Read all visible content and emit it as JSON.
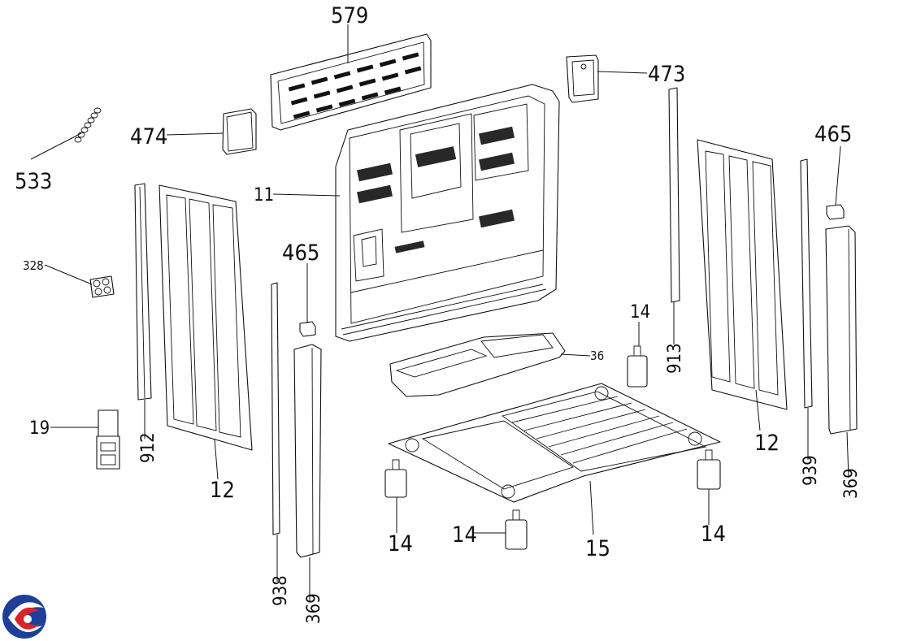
{
  "diagram": {
    "labels": {
      "p579": "579",
      "p473": "473",
      "p474": "474",
      "p533": "533",
      "p465_right": "465",
      "p11": "11",
      "p328": "328",
      "p465_mid": "465",
      "p14_a": "14",
      "p36": "36",
      "p913": "913",
      "p19": "19",
      "p912": "912",
      "p12_left": "12",
      "p12_right": "12",
      "p939": "939",
      "p369_right": "369",
      "p15": "15",
      "p14_b": "14",
      "p14_c": "14",
      "p14_d": "14",
      "p938": "938",
      "p369_mid": "369"
    },
    "logo": {
      "colors": [
        "#1d3f9a",
        "#d8232a"
      ]
    }
  }
}
